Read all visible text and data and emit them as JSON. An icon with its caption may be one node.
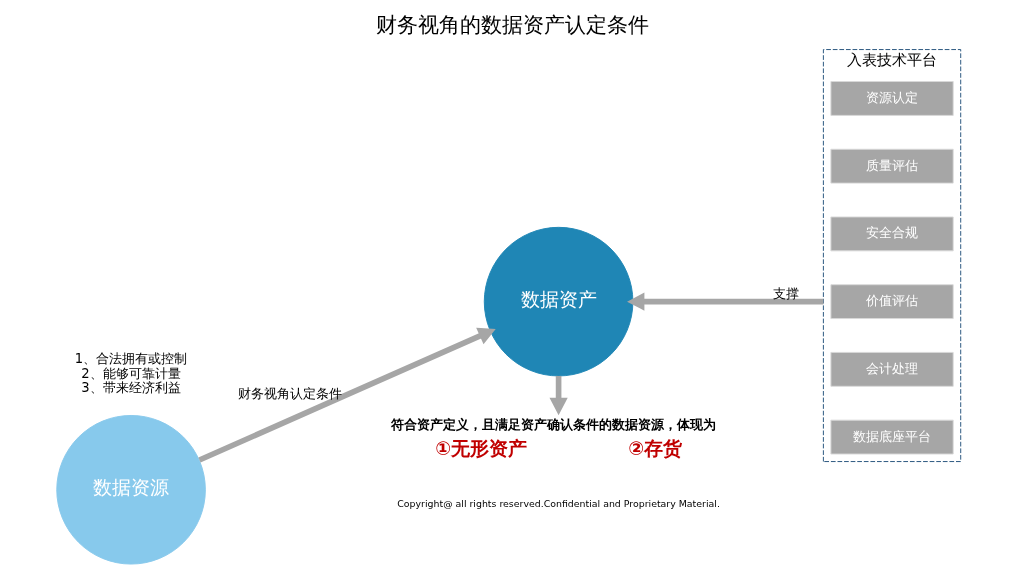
{
  "diagram": {
    "title": "财务视角的数据资产认定条件",
    "caption": "Copyright@ all rights reserved.Confidential and Proprietary Material.",
    "nodes": [
      {
        "text": [
          "数据资源"
        ]
      },
      {
        "text": [
          "数据资产"
        ]
      },
      {
        "text": [
          "入表技术平台"
        ]
      },
      {
        "text": [
          "资源认定"
        ],
        "in": 2
      },
      {
        "text": [
          "质量评估"
        ],
        "in": 2
      },
      {
        "text": [
          "安全合规"
        ],
        "in": 2
      },
      {
        "text": [
          "价值评估"
        ],
        "in": 2
      },
      {
        "text": [
          "会计处理"
        ],
        "in": 2
      },
      {
        "text": [
          "数据底座平台"
        ],
        "in": 2
      },
      {
        "text": [
          "符合资产定义，且满足资产确认条件的数据资源，体现为",
          "①无形资产",
          "②存货"
        ]
      }
    ],
    "edges": [
      {
        "from": 0,
        "to": 1,
        "arrow": "to",
        "label": "财务视角认定条件"
      },
      {
        "from": 2,
        "to": 1,
        "arrow": "to",
        "label": "支撑"
      },
      {
        "from": 1,
        "to": 9,
        "arrow": "to"
      }
    ],
    "labels": [
      "1、合法拥有或控制",
      "2、能够可靠计量",
      "3、带来经济利益"
    ]
  }
}
